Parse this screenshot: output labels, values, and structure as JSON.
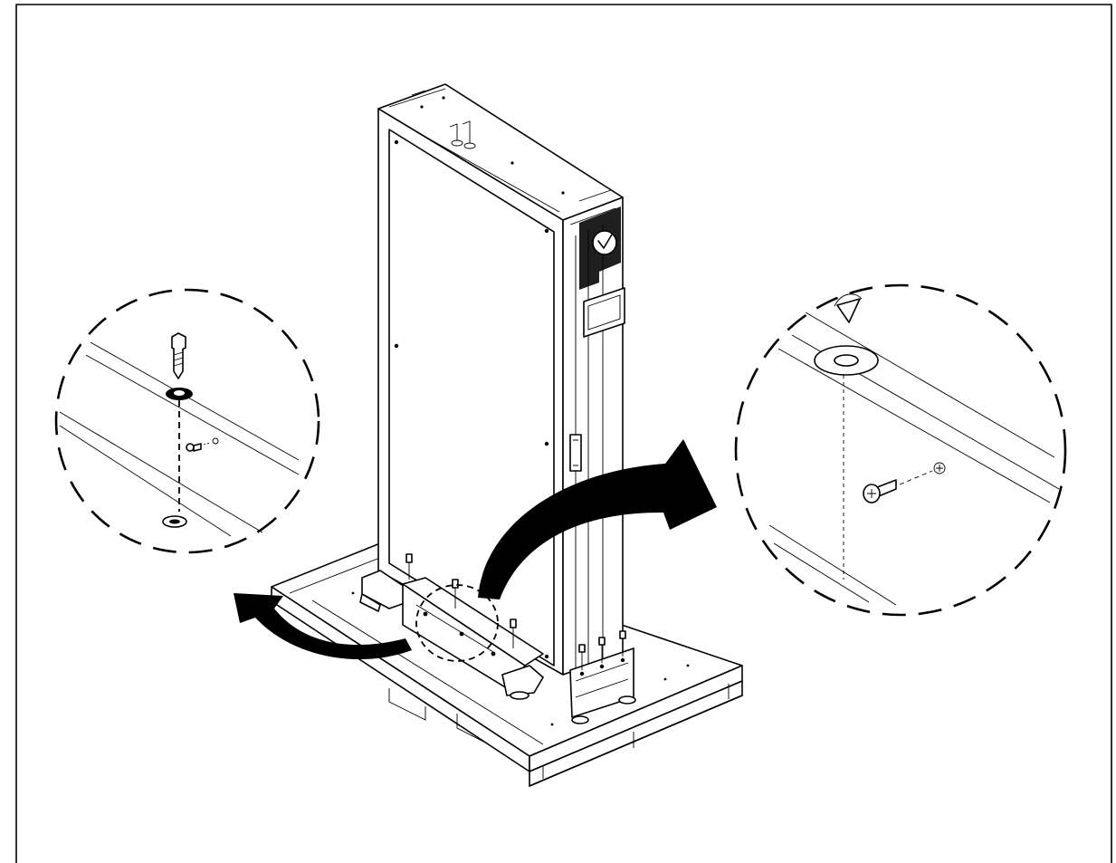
{
  "figure": {
    "frame": "bordered",
    "callouts": [
      "left-detail-bolt-washer",
      "right-detail-screw-washer"
    ],
    "arrows": [
      "curved-arrow-to-left-detail",
      "curved-arrow-to-right-detail"
    ],
    "colors": {
      "ink": "#000000",
      "paper": "#ffffff"
    }
  }
}
